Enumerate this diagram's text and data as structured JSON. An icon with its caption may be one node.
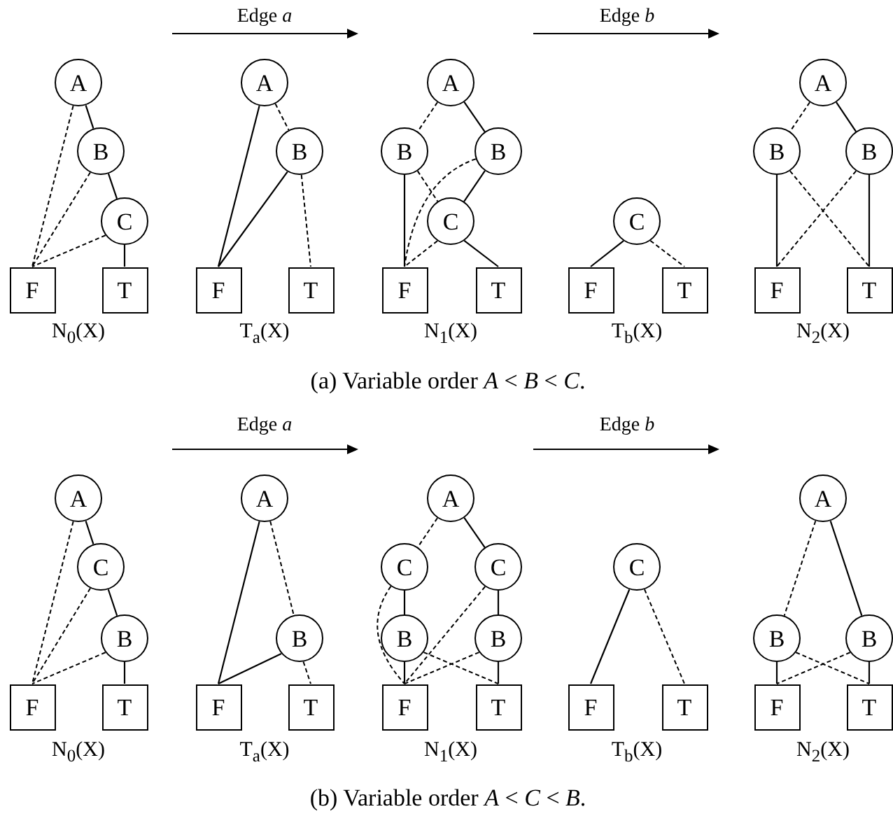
{
  "diagram": {
    "nodes": [
      {
        "text": [
          "A"
        ]
      },
      {
        "text": [
          "B"
        ]
      },
      {
        "text": [
          "C"
        ]
      },
      {
        "text": [
          "F"
        ]
      },
      {
        "text": [
          "T"
        ]
      },
      {
        "text": [
          "A"
        ]
      },
      {
        "text": [
          "B"
        ]
      },
      {
        "text": [
          "F"
        ]
      },
      {
        "text": [
          "T"
        ]
      },
      {
        "text": [
          "A"
        ]
      },
      {
        "text": [
          "B"
        ]
      },
      {
        "text": [
          "B"
        ]
      },
      {
        "text": [
          "C"
        ]
      },
      {
        "text": [
          "F"
        ]
      },
      {
        "text": [
          "T"
        ]
      },
      {
        "text": [
          "C"
        ]
      },
      {
        "text": [
          "F"
        ]
      },
      {
        "text": [
          "T"
        ]
      },
      {
        "text": [
          "A"
        ]
      },
      {
        "text": [
          "B"
        ]
      },
      {
        "text": [
          "B"
        ]
      },
      {
        "text": [
          "F"
        ]
      },
      {
        "text": [
          "T"
        ]
      },
      {
        "text": [
          "A"
        ]
      },
      {
        "text": [
          "C"
        ]
      },
      {
        "text": [
          "B"
        ]
      },
      {
        "text": [
          "F"
        ]
      },
      {
        "text": [
          "T"
        ]
      },
      {
        "text": [
          "A"
        ]
      },
      {
        "text": [
          "B"
        ]
      },
      {
        "text": [
          "F"
        ]
      },
      {
        "text": [
          "T"
        ]
      },
      {
        "text": [
          "A"
        ]
      },
      {
        "text": [
          "C"
        ]
      },
      {
        "text": [
          "C"
        ]
      },
      {
        "text": [
          "B"
        ]
      },
      {
        "text": [
          "B"
        ]
      },
      {
        "text": [
          "F"
        ]
      },
      {
        "text": [
          "T"
        ]
      },
      {
        "text": [
          "C"
        ]
      },
      {
        "text": [
          "F"
        ]
      },
      {
        "text": [
          "T"
        ]
      },
      {
        "text": [
          "A"
        ]
      },
      {
        "text": [
          "B"
        ]
      },
      {
        "text": [
          "B"
        ]
      },
      {
        "text": [
          "F"
        ]
      },
      {
        "text": [
          "T"
        ]
      }
    ],
    "edges": [
      {
        "from": 0,
        "to": 3,
        "arrow": "none",
        "style": "dashed"
      },
      {
        "from": 0,
        "to": 1,
        "arrow": "none"
      },
      {
        "from": 1,
        "to": 3,
        "arrow": "none",
        "style": "dashed"
      },
      {
        "from": 1,
        "to": 2,
        "arrow": "none"
      },
      {
        "from": 2,
        "to": 3,
        "arrow": "none",
        "style": "dashed"
      },
      {
        "from": 2,
        "to": 4,
        "arrow": "none"
      },
      {
        "from": 5,
        "to": 7,
        "arrow": "none"
      },
      {
        "from": 5,
        "to": 6,
        "arrow": "none",
        "style": "dashed"
      },
      {
        "from": 6,
        "to": 7,
        "arrow": "none"
      },
      {
        "from": 6,
        "to": 8,
        "arrow": "none",
        "style": "dashed"
      },
      {
        "from": 9,
        "to": 10,
        "arrow": "none",
        "style": "dashed"
      },
      {
        "from": 9,
        "to": 11,
        "arrow": "none"
      },
      {
        "from": 10,
        "to": 13,
        "arrow": "none"
      },
      {
        "from": 10,
        "to": 12,
        "arrow": "none",
        "style": "dashed"
      },
      {
        "from": 11,
        "to": 12,
        "arrow": "none"
      },
      {
        "from": 11,
        "to": 13,
        "arrow": "none",
        "style": "dashed"
      },
      {
        "from": 12,
        "to": 13,
        "arrow": "none",
        "style": "dashed"
      },
      {
        "from": 12,
        "to": 14,
        "arrow": "none"
      },
      {
        "from": 15,
        "to": 16,
        "arrow": "none"
      },
      {
        "from": 15,
        "to": 17,
        "arrow": "none",
        "style": "dashed"
      },
      {
        "from": 18,
        "to": 19,
        "arrow": "none",
        "style": "dashed"
      },
      {
        "from": 18,
        "to": 20,
        "arrow": "none"
      },
      {
        "from": 19,
        "to": 21,
        "arrow": "none"
      },
      {
        "from": 19,
        "to": 22,
        "arrow": "none",
        "style": "dashed"
      },
      {
        "from": 20,
        "to": 21,
        "arrow": "none",
        "style": "dashed"
      },
      {
        "from": 20,
        "to": 22,
        "arrow": "none"
      },
      {
        "from": 23,
        "to": 26,
        "arrow": "none",
        "style": "dashed"
      },
      {
        "from": 23,
        "to": 24,
        "arrow": "none"
      },
      {
        "from": 24,
        "to": 26,
        "arrow": "none",
        "style": "dashed"
      },
      {
        "from": 24,
        "to": 25,
        "arrow": "none"
      },
      {
        "from": 25,
        "to": 26,
        "arrow": "none",
        "style": "dashed"
      },
      {
        "from": 25,
        "to": 27,
        "arrow": "none"
      },
      {
        "from": 28,
        "to": 30,
        "arrow": "none"
      },
      {
        "from": 28,
        "to": 29,
        "arrow": "none",
        "style": "dashed"
      },
      {
        "from": 29,
        "to": 30,
        "arrow": "none"
      },
      {
        "from": 29,
        "to": 31,
        "arrow": "none",
        "style": "dashed"
      },
      {
        "from": 32,
        "to": 33,
        "arrow": "none",
        "style": "dashed"
      },
      {
        "from": 32,
        "to": 34,
        "arrow": "none"
      },
      {
        "from": 33,
        "to": 35,
        "arrow": "none"
      },
      {
        "from": 33,
        "to": 37,
        "arrow": "none",
        "style": "dashed"
      },
      {
        "from": 34,
        "to": 36,
        "arrow": "none"
      },
      {
        "from": 34,
        "to": 37,
        "arrow": "none",
        "style": "dashed"
      },
      {
        "from": 35,
        "to": 37,
        "arrow": "none"
      },
      {
        "from": 35,
        "to": 38,
        "arrow": "none",
        "style": "dashed"
      },
      {
        "from": 36,
        "to": 37,
        "arrow": "none",
        "style": "dashed"
      },
      {
        "from": 36,
        "to": 38,
        "arrow": "none"
      },
      {
        "from": 39,
        "to": 40,
        "arrow": "none"
      },
      {
        "from": 39,
        "to": 41,
        "arrow": "none",
        "style": "dashed"
      },
      {
        "from": 42,
        "to": 43,
        "arrow": "none",
        "style": "dashed"
      },
      {
        "from": 42,
        "to": 44,
        "arrow": "none"
      },
      {
        "from": 43,
        "to": 45,
        "arrow": "none"
      },
      {
        "from": 43,
        "to": 46,
        "arrow": "none",
        "style": "dashed"
      },
      {
        "from": 44,
        "to": 45,
        "arrow": "none",
        "style": "dashed"
      },
      {
        "from": 44,
        "to": 46,
        "arrow": "none"
      }
    ],
    "labels": [
      "Edge *a*",
      "Edge *b*",
      "N$_{0}$(X)",
      "T$_{a}$(X)",
      "N$_{1}$(X)",
      "T$_{b}$(X)",
      "N$_{2}$(X)",
      "(a) Variable order *A* < *B* < *C*.",
      "Edge *a*",
      "Edge *b*",
      "N$_{0}$(X)",
      "T$_{a}$(X)",
      "N$_{1}$(X)",
      "T$_{b}$(X)",
      "N$_{2}$(X)",
      "(b) Variable order *A* < *C* < *B*."
    ]
  }
}
